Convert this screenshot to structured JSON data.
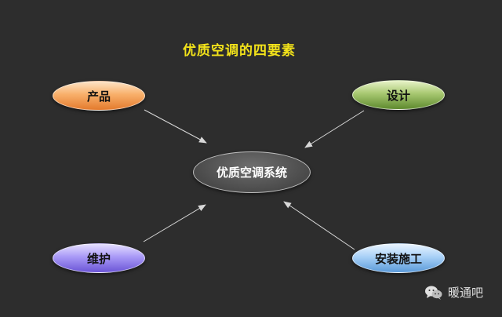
{
  "title": "优质空调的四要素",
  "nodes": {
    "product": "产品",
    "design": "设计",
    "maintenance": "维护",
    "installation": "安装施工",
    "center": "优质空调系统"
  },
  "watermark": {
    "icon": "wechat-icon",
    "text": "暖通吧"
  }
}
